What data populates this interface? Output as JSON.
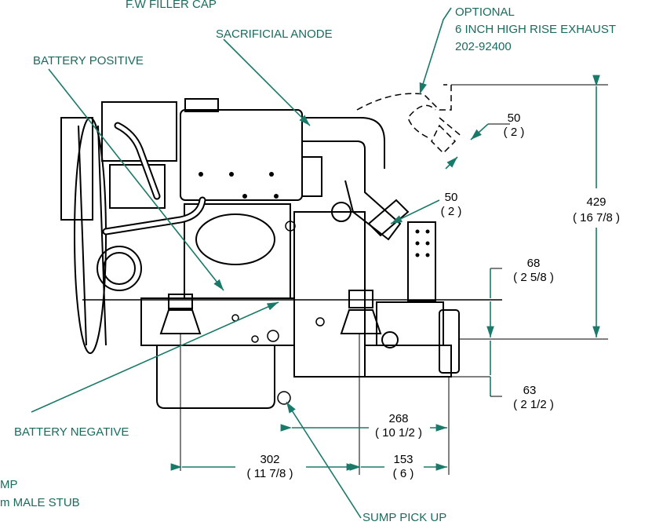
{
  "labels": {
    "fw_filler_cap": "F.W FILLER CAP",
    "optional": "OPTIONAL",
    "high_rise_exhaust": "6 INCH HIGH RISE EXHAUST",
    "exhaust_part_no": "202-92400",
    "sacrificial_anode": "SACRIFICIAL ANODE",
    "battery_positive": "BATTERY POSITIVE",
    "battery_negative": "BATTERY NEGATIVE",
    "sump_pick_up": "SUMP PICK UP",
    "partial_left_1": "MP",
    "partial_left_2": "m MALE STUB"
  },
  "dimensions": {
    "exhaust_clearance_top": {
      "mm": "50",
      "in": "( 2 )"
    },
    "exhaust_clearance_mid": {
      "mm": "50",
      "in": "( 2 )"
    },
    "overall_height": {
      "mm": "429",
      "in": "( 16 7/8 )"
    },
    "mount_to_flange": {
      "mm": "68",
      "in": "( 2 5/8 )"
    },
    "flange_to_base": {
      "mm": "63",
      "in": "( 2 1/2 )"
    },
    "mount_to_base_end": {
      "mm": "268",
      "in": "( 10 1/2 )"
    },
    "mount_spacing": {
      "mm": "302",
      "in": "( 11 7/8 )"
    },
    "rear_mount_to_end": {
      "mm": "153",
      "in": "( 6 )"
    }
  },
  "colors": {
    "leader": "#1a7a6a",
    "label": "#1a6b5e",
    "line": "#000000"
  }
}
